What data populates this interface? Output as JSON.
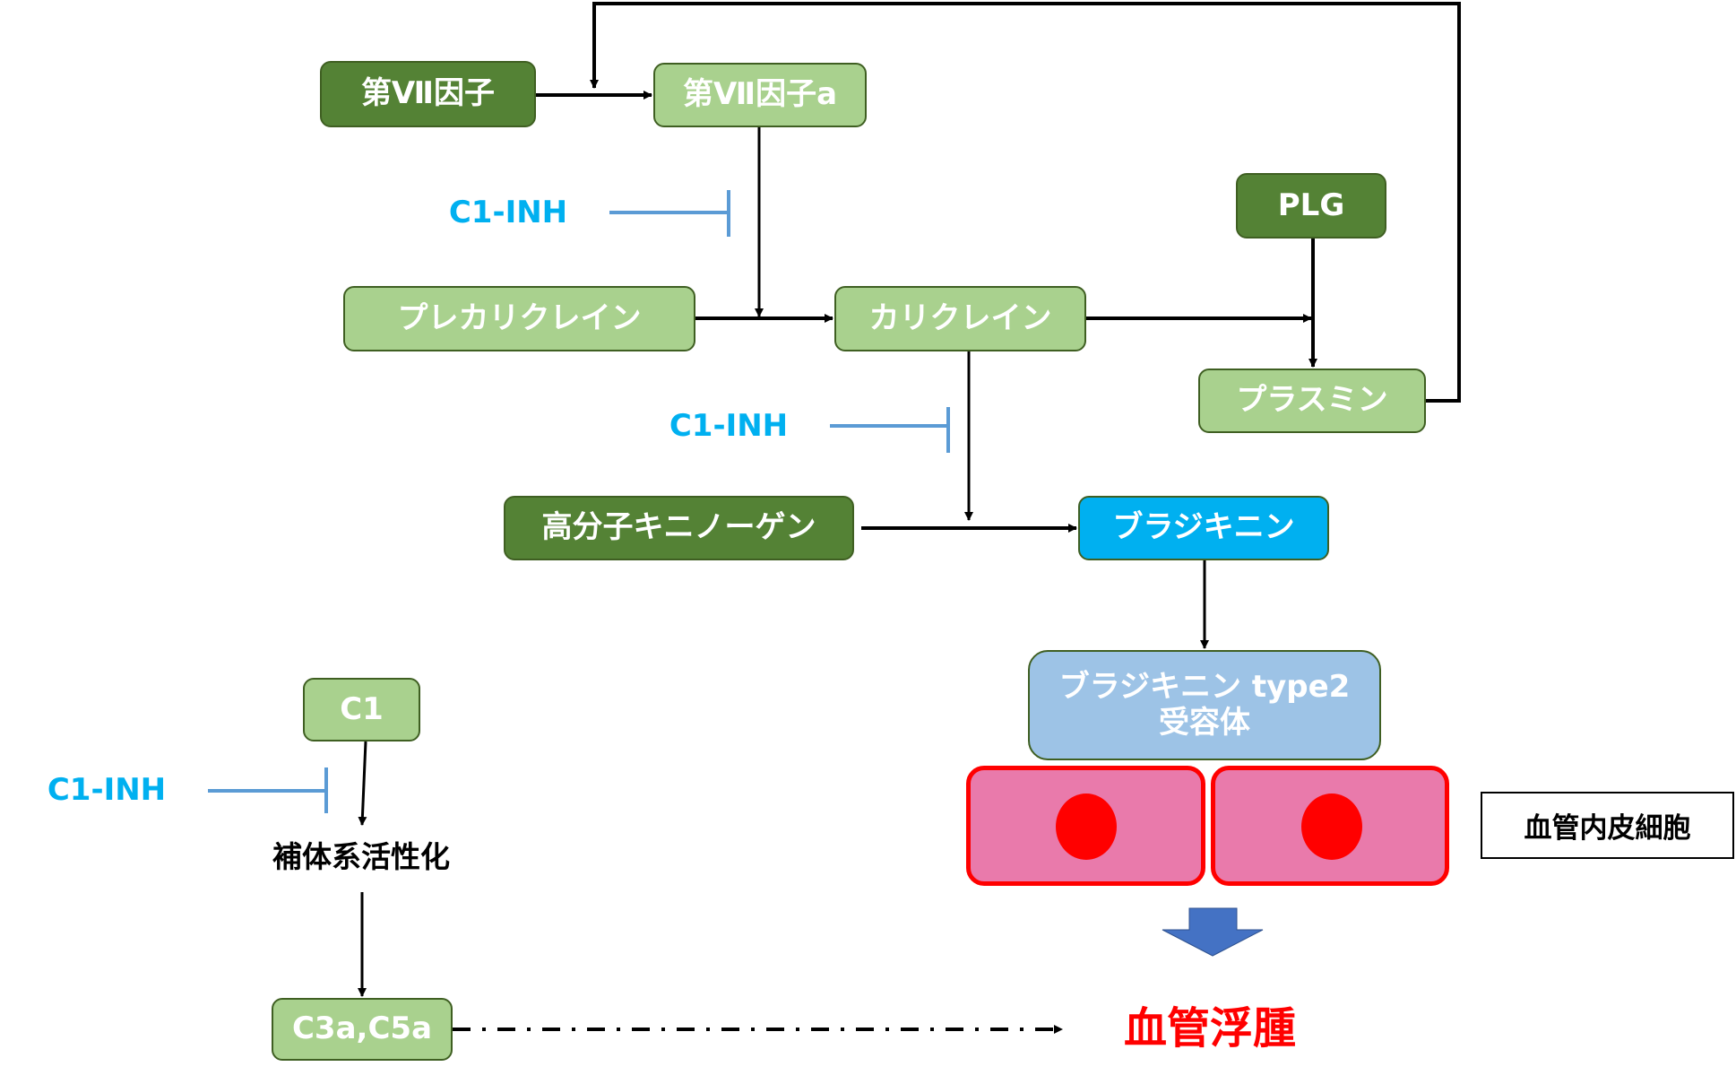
{
  "nodes": {
    "factor7": "第Ⅶ因子",
    "factor7a": "第Ⅶ因子a",
    "prekallikrein": "プレカリクレイン",
    "kallikrein": "カリクレイン",
    "plg": "PLG",
    "plasmin": "プラスミン",
    "hmwk": "高分子キニノーゲン",
    "bradykinin": "ブラジキニン",
    "receptor_line1": "ブラジキニン type2",
    "receptor_line2": "受容体",
    "c1": "C1",
    "complement_activation": "補体系活性化",
    "c3a_c5a": "C3a,C5a"
  },
  "inhibitors": [
    "C1-INH",
    "C1-INH",
    "C1-INH"
  ],
  "legend": {
    "endothelial_cells": "血管内皮細胞"
  },
  "outcome": "血管浮腫",
  "colors": {
    "dark_green": "#548235",
    "light_green": "#a9d18e",
    "bradykinin_cyan": "#00b0f0",
    "receptor_blue": "#9dc3e6",
    "inhibitor_text": "#00b0f0",
    "inhibitor_line": "#5b9bd5",
    "cell_fill": "#e97aab",
    "cell_border": "#ff0000",
    "outcome_red": "#ff0000",
    "down_arrow_blue": "#4472c4"
  },
  "edges": [
    {
      "from": "factor7",
      "to": "factor7a",
      "type": "activation"
    },
    {
      "from": "plasmin",
      "to": "factor7a",
      "type": "feedback-activation"
    },
    {
      "from": "factor7a",
      "to": "prekallikrein->kallikrein",
      "type": "activation"
    },
    {
      "from": "prekallikrein",
      "to": "kallikrein",
      "type": "conversion"
    },
    {
      "from": "kallikrein",
      "to": "plg->plasmin",
      "type": "activation"
    },
    {
      "from": "plg",
      "to": "plasmin",
      "type": "conversion"
    },
    {
      "from": "kallikrein",
      "to": "hmwk->bradykinin",
      "type": "activation"
    },
    {
      "from": "hmwk",
      "to": "bradykinin",
      "type": "conversion"
    },
    {
      "from": "bradykinin",
      "to": "receptor",
      "type": "binding"
    },
    {
      "from": "c1",
      "to": "complement_activation",
      "type": "activation"
    },
    {
      "from": "complement_activation",
      "to": "c3a_c5a",
      "type": "produces"
    },
    {
      "from": "c3a_c5a",
      "to": "outcome",
      "type": "dash-dot"
    },
    {
      "from": "C1-INH",
      "to": "factor7a->kallikrein",
      "type": "inhibition"
    },
    {
      "from": "C1-INH",
      "to": "kallikrein->bradykinin",
      "type": "inhibition"
    },
    {
      "from": "C1-INH",
      "to": "c1->complement_activation",
      "type": "inhibition"
    }
  ]
}
